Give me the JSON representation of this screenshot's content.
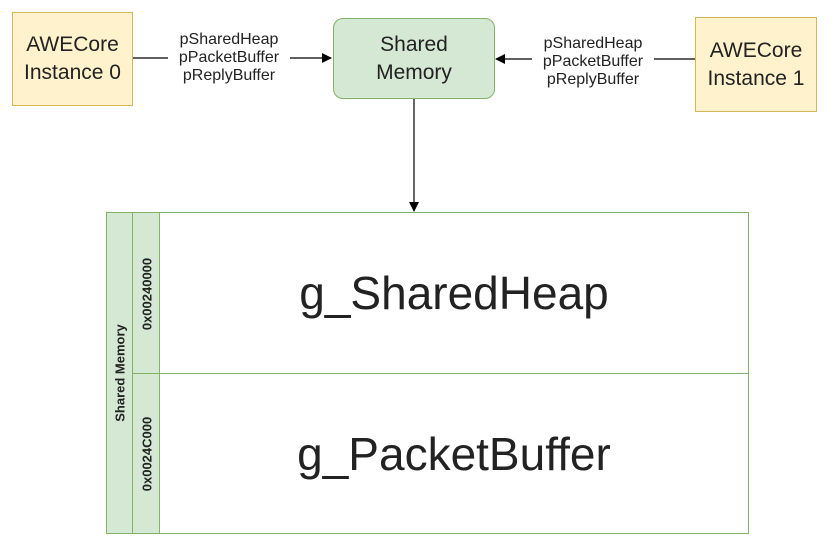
{
  "instance0": {
    "line1": "AWECore",
    "line2": "Instance 0"
  },
  "instance1": {
    "line1": "AWECore",
    "line2": "Instance 1"
  },
  "shared_memory_box": {
    "line1": "Shared",
    "line2": "Memory"
  },
  "left_edge_labels": [
    "pSharedHeap",
    "pPacketBuffer",
    "pReplyBuffer"
  ],
  "right_edge_labels": [
    "pSharedHeap",
    "pPacketBuffer",
    "pReplyBuffer"
  ],
  "memory_map": {
    "title": "Shared Memory",
    "regions": [
      {
        "address": "0x00240000",
        "name": "g_SharedHeap"
      },
      {
        "address": "0x0024C000",
        "name": "g_PacketBuffer"
      }
    ]
  },
  "colors": {
    "instance_fill": "#fff2cc",
    "instance_border": "#d6b656",
    "memory_fill": "#d5e8d4",
    "memory_border": "#82b366"
  }
}
